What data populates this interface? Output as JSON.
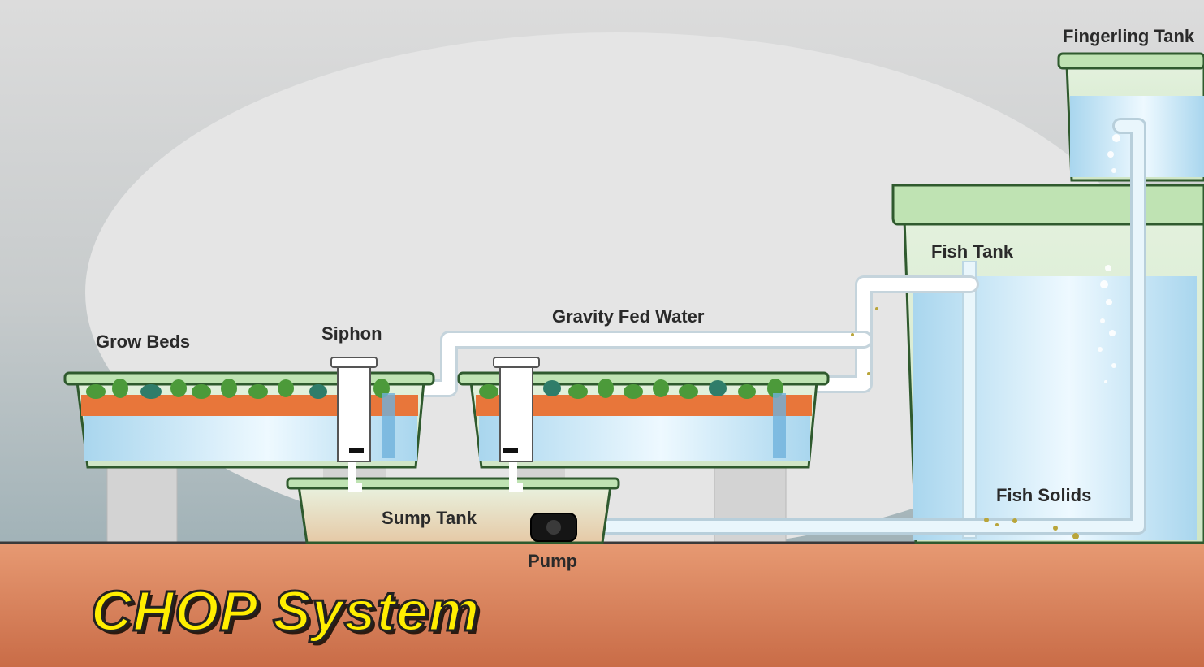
{
  "title": "CHOP System",
  "labels": {
    "fingerling_tank": "Fingerling Tank",
    "fish_tank": "Fish Tank",
    "gravity_fed_water": "Gravity Fed Water",
    "siphon": "Siphon",
    "grow_beds": "Grow Beds",
    "sump_tank": "Sump Tank",
    "pump": "Pump",
    "fish_solids": "Fish Solids"
  },
  "colors": {
    "background_top": "#d8d8d8",
    "background_bottom": "#8fa6ad",
    "ground": "#d9855f",
    "tank_rim": "#bfe3b3",
    "tank_outline": "#2f5a2e",
    "water": "#b7def2",
    "gravel": "#e8763a",
    "plants": "#4c9a3a",
    "title_fill": "#ffee00"
  }
}
